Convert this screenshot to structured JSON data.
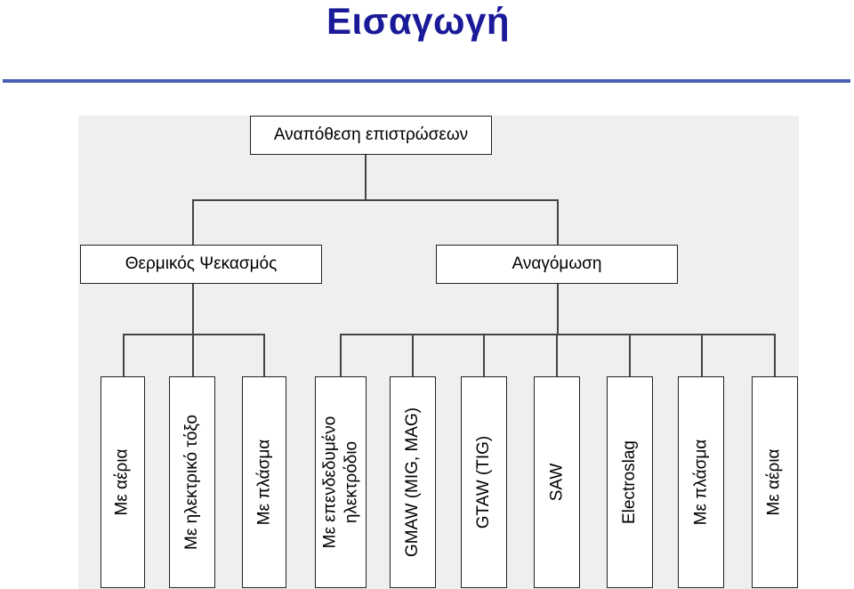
{
  "title": "Εισαγωγή",
  "diagram": {
    "root": "Αναπόθεση επιστρώσεων",
    "level1": {
      "left": "Θερμικός Ψεκασμός",
      "right": "Αναγόμωση"
    },
    "leaves": [
      "Με αέρια",
      "Με ηλεκτρικό τόξο",
      "Με πλάσμα",
      "Με επενδεδυμένο ηλεκτρόδιο",
      "GMAW (MIG, MAG)",
      "GTAW (TIG)",
      "SAW",
      "Electroslag",
      "Με πλάσμα",
      "Με αέρια"
    ],
    "leaf_lines": {
      "l3_line1": "Με επενδεδυμένο",
      "l3_line2": "ηλεκτρόδιο"
    }
  }
}
